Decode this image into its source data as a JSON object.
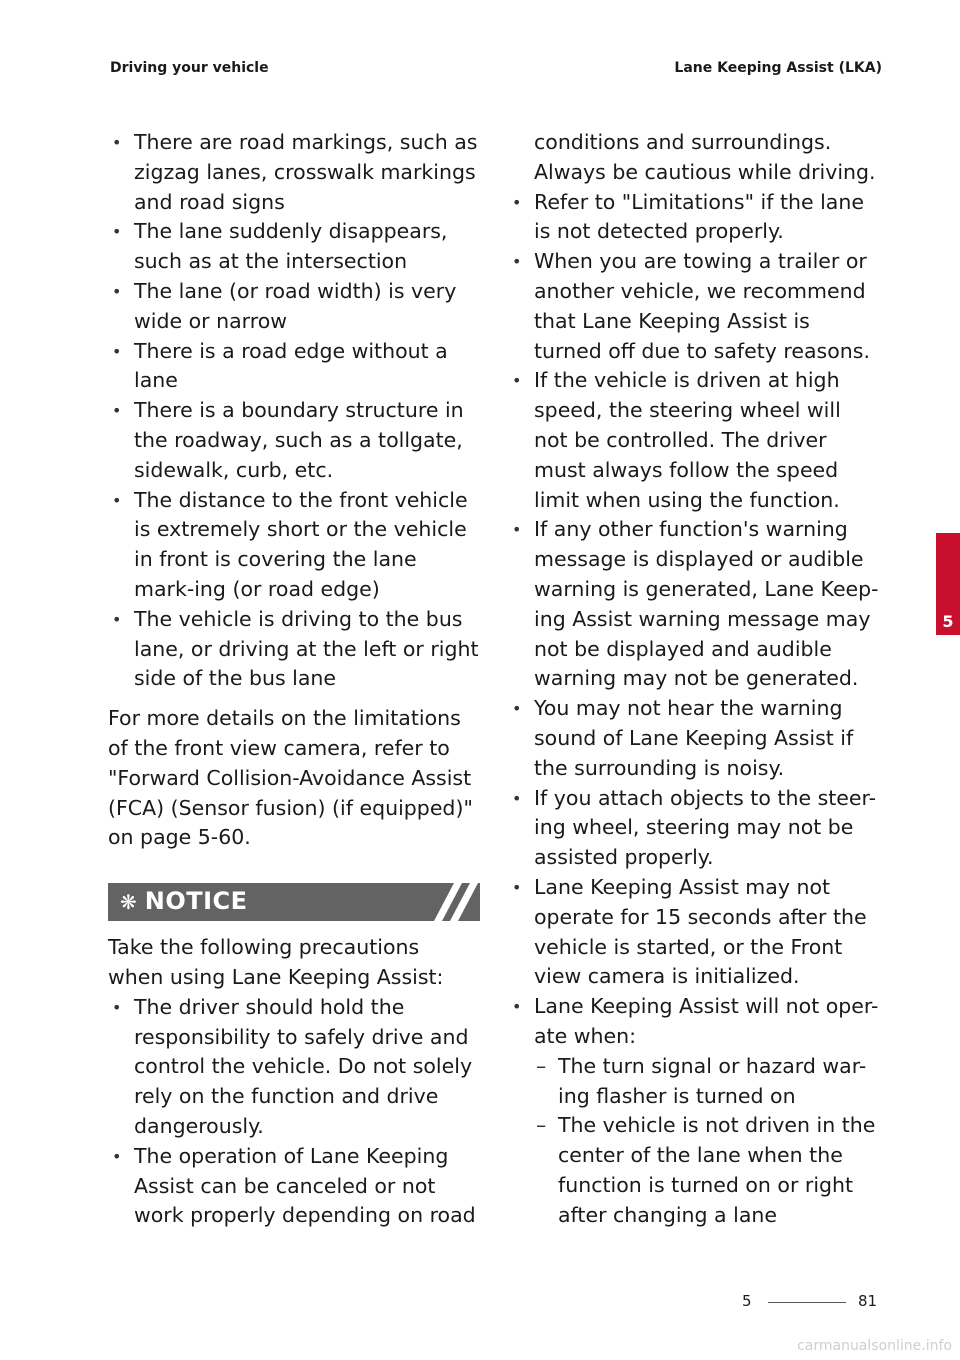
{
  "header": {
    "left": "Driving your vehicle",
    "right": "Lane Keeping Assist (LKA)"
  },
  "left_column": {
    "bullets": [
      "There are road markings, such as zigzag lanes, crosswalk markings and road signs",
      "The lane suddenly disappears, such as at the intersection",
      "The lane (or road width) is very wide or narrow",
      "There is a road edge without a lane",
      "There is a boundary structure in the roadway, such as a tollgate, sidewalk, curb, etc.",
      "The distance to the front vehicle is extremely short or the vehicle in front is covering the lane mark-ing (or road edge)",
      "The vehicle is driving to the bus lane, or driving at the left or right side of the bus lane"
    ],
    "paragraph": "For more details on the limitations of the front view camera, refer to \"Forward Collision-Avoidance Assist (FCA) (Sensor fusion) (if equipped)\" on page 5-60.",
    "notice": {
      "icon": "asterisk-icon",
      "label": "NOTICE",
      "intro": "Take the following precautions when using Lane Keeping Assist:",
      "bullets": [
        "The driver should hold the responsibility to safely drive and control the vehicle. Do not solely rely on the function and drive dangerously.",
        "The operation of Lane Keeping Assist can be canceled or not work properly depending on road"
      ]
    }
  },
  "right_column": {
    "continuation": "conditions and surroundings. Always be cautious while driving.",
    "bullets": [
      "Refer to \"Limitations\" if the lane is not detected properly.",
      "When you are towing a trailer or another vehicle, we recommend that Lane Keeping Assist is turned off due to safety reasons.",
      "If the vehicle is driven at high speed, the steering wheel will not be controlled. The driver must always follow the speed limit when using the function.",
      "If any other function's warning message is displayed or audible warning is generated, Lane Keep-ing Assist warning message may not be displayed and audible warning may not be generated.",
      "You may not hear the warning sound of Lane Keeping Assist if the surrounding is noisy.",
      "If you attach objects to the steer-ing wheel, steering may not be assisted properly.",
      "Lane Keeping Assist may not operate for 15 seconds after the vehicle is started, or the Front view camera is initialized.",
      "Lane Keeping Assist will not oper-ate when:"
    ],
    "sub_bullets": [
      "The turn signal or hazard war-ing flasher is turned on",
      "The vehicle is not driven in the center of the lane when the function is turned on or right after changing a lane"
    ]
  },
  "chapter_tab": "5",
  "footer": {
    "chapter": "5",
    "page": "81"
  },
  "watermark": "carmanualsonline.info",
  "colors": {
    "chapter_tab": "#c8102e",
    "notice_bar": "#636363"
  }
}
